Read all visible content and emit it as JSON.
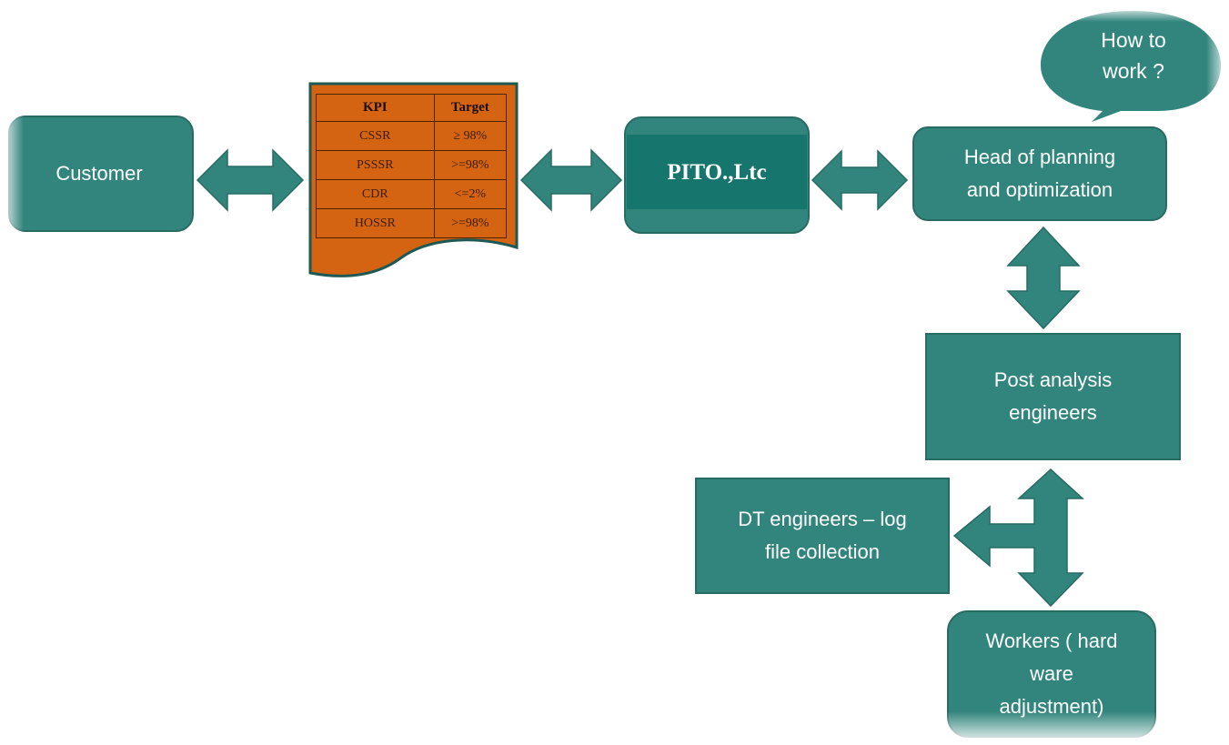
{
  "nodes": {
    "customer": "Customer",
    "company": "PITO.,Ltc",
    "head": "Head of  planning\nand optimization",
    "bubble": "How to\nwork ?",
    "post": "Post analysis\nengineers",
    "dt": "DT engineers – log\nfile collection",
    "workers": "Workers ( hard\nware\nadjustment)"
  },
  "kpi_table": {
    "headers": [
      "KPI",
      "Target"
    ],
    "rows": [
      [
        "CSSR",
        "≥ 98%"
      ],
      [
        "PSSSR",
        ">=98%"
      ],
      [
        "CDR",
        "<=2%"
      ],
      [
        "HOSSR",
        ">=98%"
      ]
    ]
  },
  "colors": {
    "box_fill": "#31857c",
    "box_stroke": "#276b63",
    "document_fill": "#d56412",
    "company_band": "#16766d",
    "text": "#ffffff"
  }
}
